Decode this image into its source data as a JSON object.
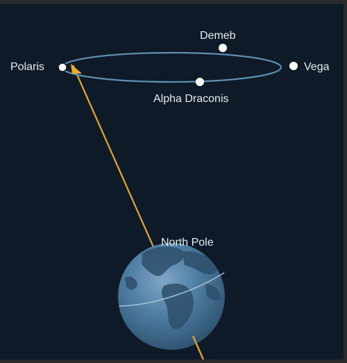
{
  "stars": {
    "polaris": "Polaris",
    "vega": "Vega",
    "deneb": "Demeb",
    "alpha_draconis": "Alpha Draconis"
  },
  "earth": {
    "label": "North Pole"
  },
  "colors": {
    "background": "#0e1a27",
    "orbit_ring": "#5f8fb1",
    "axis": "#e8a62c",
    "star": "#ffffff",
    "earth_ocean": "#3f6b8e",
    "earth_land": "#2b4a63",
    "equator": "#a7c4d8"
  }
}
